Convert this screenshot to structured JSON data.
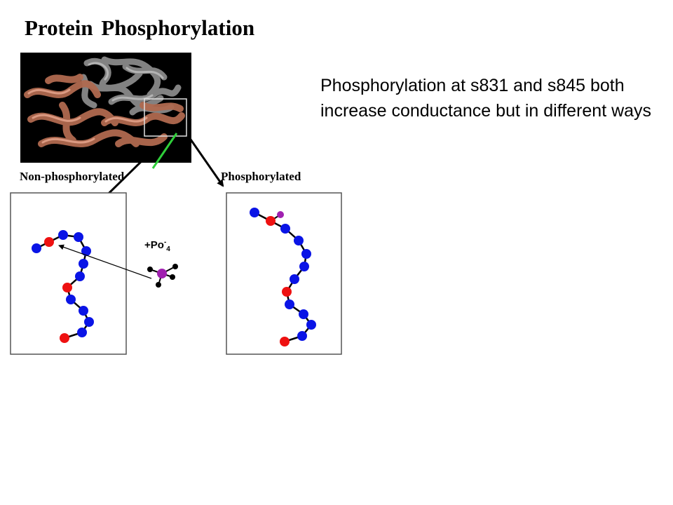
{
  "title": "Protein Phosphorylation",
  "caption": "Phosphorylation at s831 and s845 both increase conductance but in different ways",
  "labels": {
    "non_phosphorylated": "Non-phosphorylated",
    "phosphorylated": "Phosphorylated"
  },
  "phosphate": {
    "prefix": "+Po",
    "charge": "-",
    "subscript": "4"
  },
  "colors": {
    "residue": "#0a14e6",
    "modified_residue": "#ee1111",
    "phosphate": "#a020b0",
    "ribbon_gray": "#8a8a8a",
    "ribbon_copper": "#c07a60",
    "pointer_line": "#2fcf3a"
  }
}
